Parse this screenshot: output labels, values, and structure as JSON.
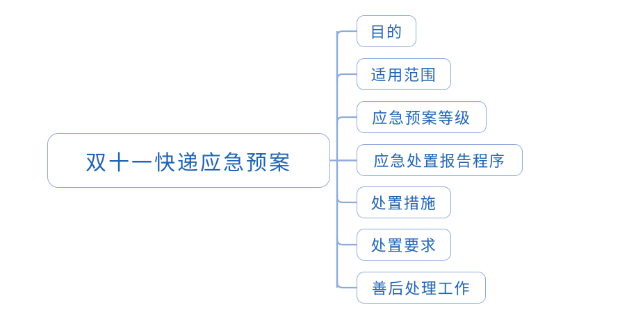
{
  "diagram": {
    "type": "mind-map",
    "orientation": "left-to-right",
    "background_color": "#FFFFFF",
    "node_border_color": "#8FAADC",
    "node_text_color": "#2064B4",
    "connector_color": "#8FAADC",
    "root": {
      "label": "双十一快递应急预案"
    },
    "children": [
      {
        "label": "目的"
      },
      {
        "label": "适用范围"
      },
      {
        "label": "应急预案等级"
      },
      {
        "label": "应急处置报告程序"
      },
      {
        "label": "处置措施"
      },
      {
        "label": "处置要求"
      },
      {
        "label": "善后处理工作"
      }
    ]
  }
}
